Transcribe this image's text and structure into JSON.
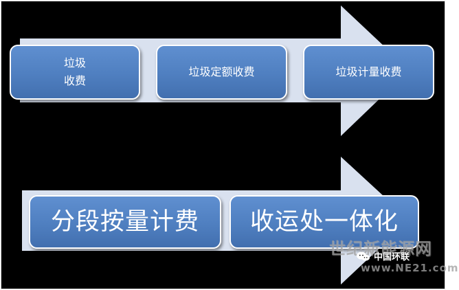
{
  "diagram": {
    "top_row": {
      "steps": [
        "垃圾\n收费",
        "垃圾定额收费",
        "垃圾计量收费"
      ]
    },
    "bottom_row": {
      "steps": [
        "分段按量计费",
        "收运处一体化"
      ]
    },
    "colors": {
      "background": "#000000",
      "arrow": "#d9e1ef",
      "box_fill": "#4f81bd",
      "box_border": "#ffffff",
      "text": "#ffffff"
    }
  },
  "watermark": {
    "site_name": "世纪新能源网",
    "site_url": "www.NE21.com",
    "brand": "中国环联",
    "icon": "wechat-icon"
  }
}
